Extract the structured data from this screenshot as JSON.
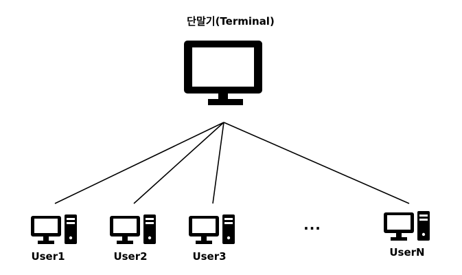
{
  "terminal": {
    "label": "단말기(Terminal)",
    "icon": "monitor-icon"
  },
  "users": [
    {
      "label": "User1",
      "icon": "desktop-computer-icon"
    },
    {
      "label": "User2",
      "icon": "desktop-computer-icon"
    },
    {
      "label": "User3",
      "icon": "desktop-computer-icon"
    },
    {
      "label": "UserN",
      "icon": "desktop-computer-icon"
    }
  ],
  "ellipsis": "...",
  "colors": {
    "stroke": "#000000",
    "background": "#ffffff"
  }
}
